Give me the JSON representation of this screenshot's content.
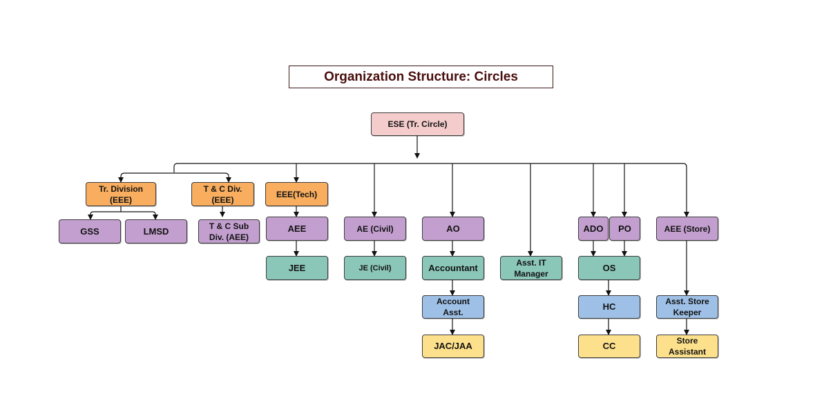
{
  "title": "Organization Structure: Circles",
  "colors": {
    "title_text": "#4a0e0e",
    "head": "#f5cccc",
    "division": "#f8ad5f",
    "officer": "#c39fcf",
    "engineer": "#8bc7b8",
    "assistant": "#9ec0e6",
    "support": "#fde08c",
    "connector": "#111111"
  },
  "nodes": {
    "ese": "ESE (Tr. Circle)",
    "tr_division": "Tr. Division\n(EEE)",
    "gss": "GSS",
    "lmsd": "LMSD",
    "tc_div": "T & C Div.\n(EEE)",
    "tc_sub_div": "T & C Sub\nDiv. (AEE)",
    "eee_tech": "EEE(Tech)",
    "aee": "AEE",
    "jee": "JEE",
    "ae_civil": "AE (Civil)",
    "je_civil": "JE (Civil)",
    "ao": "AO",
    "accountant": "Accountant",
    "account_asst": "Account\nAsst.",
    "jac_jaa": "JAC/JAA",
    "asst_it_manager": "Asst. IT\nManager",
    "ado": "ADO",
    "po": "PO",
    "os": "OS",
    "hc": "HC",
    "cc": "CC",
    "aee_store": "AEE (Store)",
    "asst_store_keeper": "Asst. Store\nKeeper",
    "store_assistant": "Store\nAssistant"
  }
}
